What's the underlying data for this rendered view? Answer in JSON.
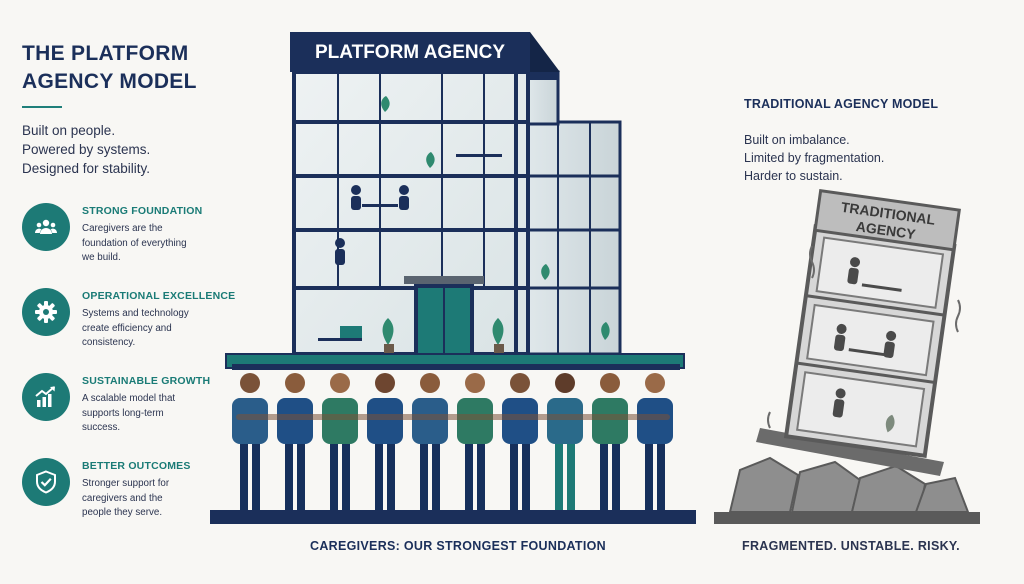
{
  "left": {
    "title_lines": [
      "THE PLATFORM",
      "AGENCY MODEL"
    ],
    "tagline": [
      "Built on people.",
      "Powered by systems.",
      "Designed for stability."
    ],
    "features": [
      {
        "icon": "people-group-icon",
        "title": "STRONG FOUNDATION",
        "desc": [
          "Caregivers are the",
          "foundation of everything",
          "we build."
        ]
      },
      {
        "icon": "gear-icon",
        "title": "OPERATIONAL EXCELLENCE",
        "desc": [
          "Systems and technology",
          "create efficiency and",
          "consistency."
        ]
      },
      {
        "icon": "growth-chart-icon",
        "title": "SUSTAINABLE GROWTH",
        "desc": [
          "A scalable model that",
          "supports long-term",
          "success."
        ]
      },
      {
        "icon": "shield-check-icon",
        "title": "BETTER OUTCOMES",
        "desc": [
          "Stronger support for",
          "caregivers and the",
          "people they serve."
        ]
      }
    ]
  },
  "center": {
    "building_sign": "PLATFORM AGENCY",
    "caption": "CAREGIVERS: OUR STRONGEST FOUNDATION"
  },
  "right": {
    "title": "TRADITIONAL AGENCY MODEL",
    "tagline": [
      "Built on imbalance.",
      "Limited by fragmentation.",
      "Harder to sustain."
    ],
    "building_sign": [
      "TRADITIONAL",
      "AGENCY"
    ],
    "caption": "FRAGMENTED. UNSTABLE. RISKY."
  },
  "colors": {
    "navy": "#1b2f5a",
    "teal": "#1d7a76",
    "background": "#f8f7f4",
    "gray": "#6b6b6b"
  }
}
